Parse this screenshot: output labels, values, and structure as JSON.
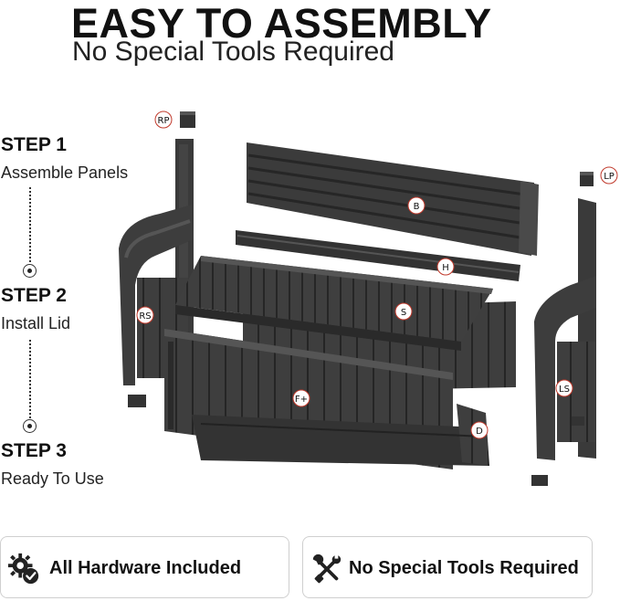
{
  "header": {
    "title": "EASY TO ASSEMBLY",
    "subtitle": "No Special Tools Required"
  },
  "steps": [
    {
      "title": "STEP 1",
      "label": "Assemble Panels"
    },
    {
      "title": "STEP 2",
      "label": "Install Lid"
    },
    {
      "title": "STEP 3",
      "label": "Ready To Use"
    }
  ],
  "parts": {
    "rp": "RP",
    "lp": "LP",
    "b": "B",
    "h": "H",
    "s": "S",
    "rs": "RS",
    "ls": "LS",
    "f": "F+",
    "d": "D"
  },
  "badges": [
    {
      "label": "All Hardware Included",
      "icon": "gear-check-icon"
    },
    {
      "label": "No Special Tools Required",
      "icon": "tools-crossed-icon"
    }
  ],
  "colors": {
    "panel": "#3d3d3d",
    "panel_dark": "#2b2b2b",
    "panel_light": "#555555",
    "tag_border": "#c0392b"
  }
}
